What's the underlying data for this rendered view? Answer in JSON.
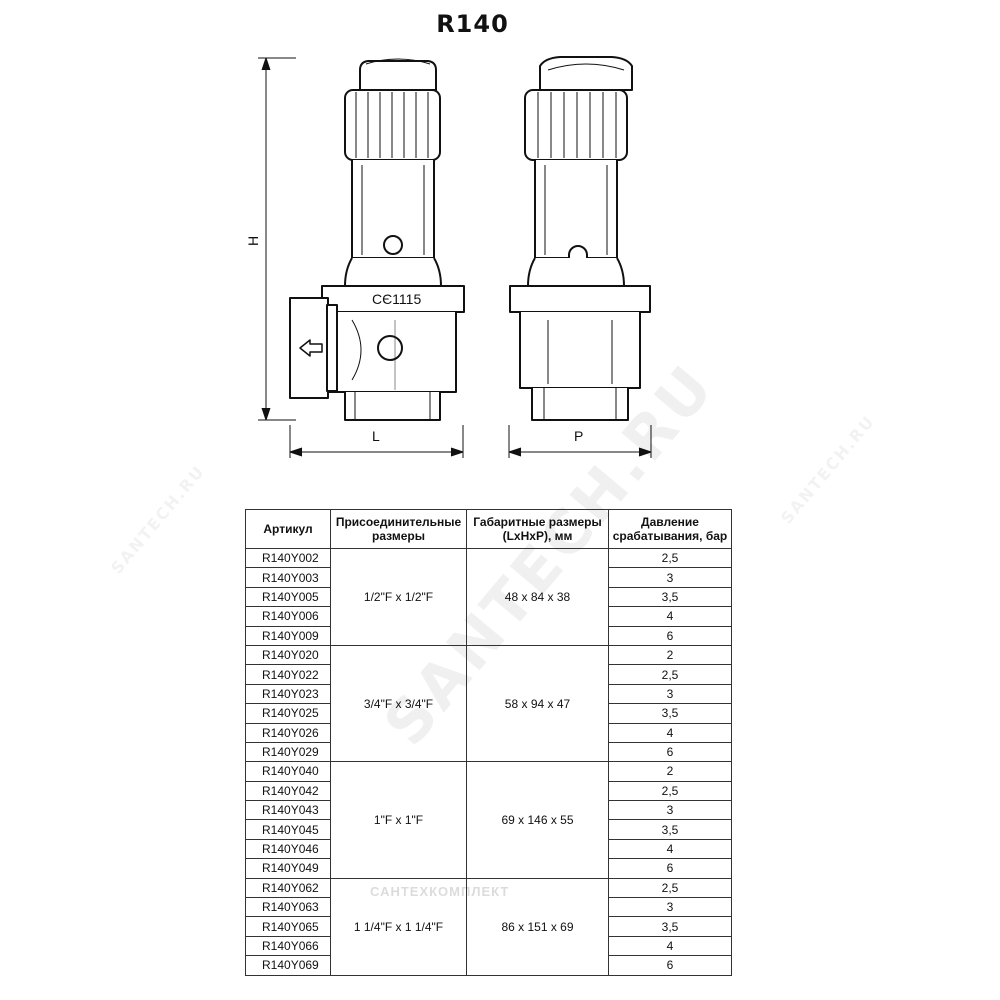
{
  "title": "R140",
  "drawing": {
    "ce_mark": "CЄ1115",
    "dim_h": "H",
    "dim_l": "L",
    "dim_p": "P"
  },
  "table": {
    "headers": [
      "Артикул",
      "Присоединительные размеры",
      "Габаритные размеры (LxHxP), мм",
      "Давление срабатывания, бар"
    ],
    "groups": [
      {
        "connection": "1/2\"F x 1/2\"F",
        "dimensions": "48 x 84 x 38",
        "rows": [
          {
            "article": "R140Y002",
            "pressure": "2,5"
          },
          {
            "article": "R140Y003",
            "pressure": "3"
          },
          {
            "article": "R140Y005",
            "pressure": "3,5"
          },
          {
            "article": "R140Y006",
            "pressure": "4"
          },
          {
            "article": "R140Y009",
            "pressure": "6"
          }
        ]
      },
      {
        "connection": "3/4\"F x 3/4\"F",
        "dimensions": "58 x 94 x 47",
        "rows": [
          {
            "article": "R140Y020",
            "pressure": "2"
          },
          {
            "article": "R140Y022",
            "pressure": "2,5"
          },
          {
            "article": "R140Y023",
            "pressure": "3"
          },
          {
            "article": "R140Y025",
            "pressure": "3,5"
          },
          {
            "article": "R140Y026",
            "pressure": "4"
          },
          {
            "article": "R140Y029",
            "pressure": "6"
          }
        ]
      },
      {
        "connection": "1\"F x 1\"F",
        "dimensions": "69 x 146 x 55",
        "rows": [
          {
            "article": "R140Y040",
            "pressure": "2"
          },
          {
            "article": "R140Y042",
            "pressure": "2,5"
          },
          {
            "article": "R140Y043",
            "pressure": "3"
          },
          {
            "article": "R140Y045",
            "pressure": "3,5"
          },
          {
            "article": "R140Y046",
            "pressure": "4"
          },
          {
            "article": "R140Y049",
            "pressure": "6"
          }
        ]
      },
      {
        "connection": "1 1/4\"F x 1 1/4\"F",
        "dimensions": "86 x 151 x 69",
        "rows": [
          {
            "article": "R140Y062",
            "pressure": "2,5"
          },
          {
            "article": "R140Y063",
            "pressure": "3"
          },
          {
            "article": "R140Y065",
            "pressure": "3,5"
          },
          {
            "article": "R140Y066",
            "pressure": "4"
          },
          {
            "article": "R140Y069",
            "pressure": "6"
          }
        ]
      }
    ]
  },
  "watermarks": {
    "main": "SANTECH.RU",
    "small_left": "SANTECH.RU",
    "small_right": "SANTECH.RU",
    "brand": "САНТЕХКОМПЛЕКТ"
  }
}
